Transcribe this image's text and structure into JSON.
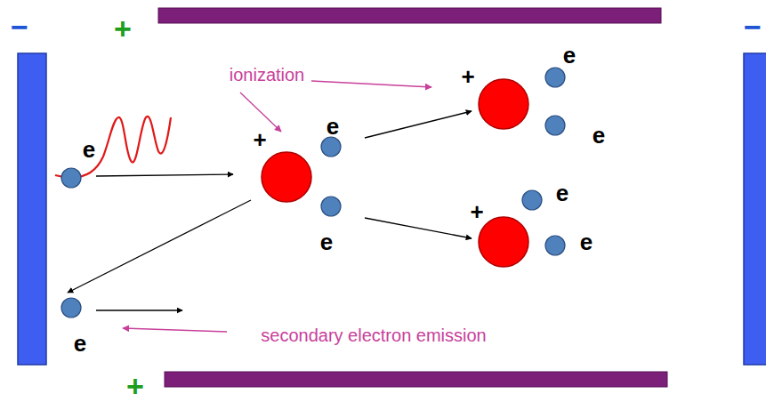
{
  "diagram": {
    "labels": [
      "−",
      "+",
      "−",
      "ionization",
      "e",
      "+",
      "e",
      "e",
      "+",
      "e",
      "e",
      "+",
      "e",
      "e",
      "e",
      "secondary electron emission",
      "+"
    ]
  }
}
